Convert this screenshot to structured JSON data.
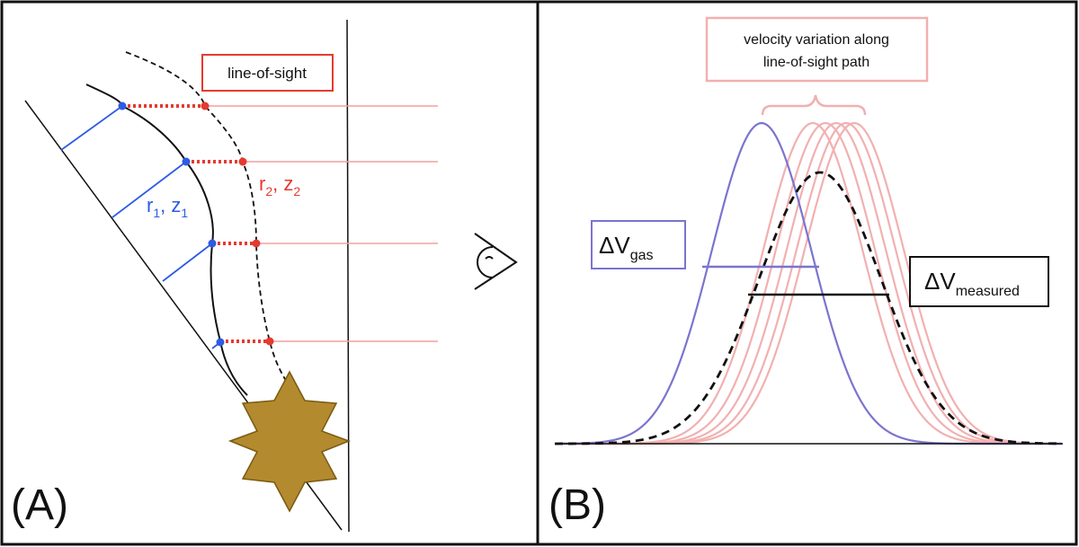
{
  "panel_a": {
    "label": "(A)",
    "los_box": "line-of-sight",
    "r1": {
      "base": "r",
      "sub": "1",
      "sep": ", ",
      "base2": "z",
      "sub2": "1"
    },
    "r2": {
      "base": "r",
      "sub": "2",
      "sep": ", ",
      "base2": "z",
      "sub2": "2"
    }
  },
  "panel_b": {
    "label": "(B)",
    "velocity_box_line1": "velocity variation along",
    "velocity_box_line2": "line-of-sight path",
    "dv_gas": {
      "base": "ΔV",
      "sub": "gas"
    },
    "dv_measured": {
      "base": "ΔV",
      "sub": "measured"
    }
  },
  "colors": {
    "frame": "#111111",
    "blue": "#2d5be3",
    "red": "#e53a2f",
    "pink": "#f2b0b0",
    "purple": "#7b74cf",
    "star_fill": "#b38a2e",
    "star_stroke": "#7a5a10"
  }
}
